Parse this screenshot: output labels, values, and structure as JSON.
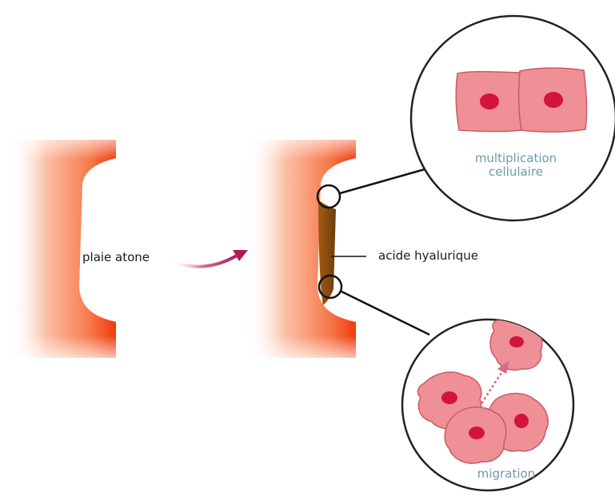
{
  "labels": {
    "wound": "plaie atone",
    "agent": "acide hyalurique",
    "top_inset_line1": "multiplication",
    "top_inset_line2": "cellulaire",
    "bottom_inset": "migration"
  },
  "colors": {
    "wound_red": "#ee3a0c",
    "wound_orange": "#f88d62",
    "hyaluronic_brown": "#7a4a10",
    "arrow": "#b3185a",
    "cell_fill": "#ef8f96",
    "cell_stroke": "#c95b66",
    "nucleus": "#d3143a",
    "label_blue": "#6f9aa8"
  }
}
